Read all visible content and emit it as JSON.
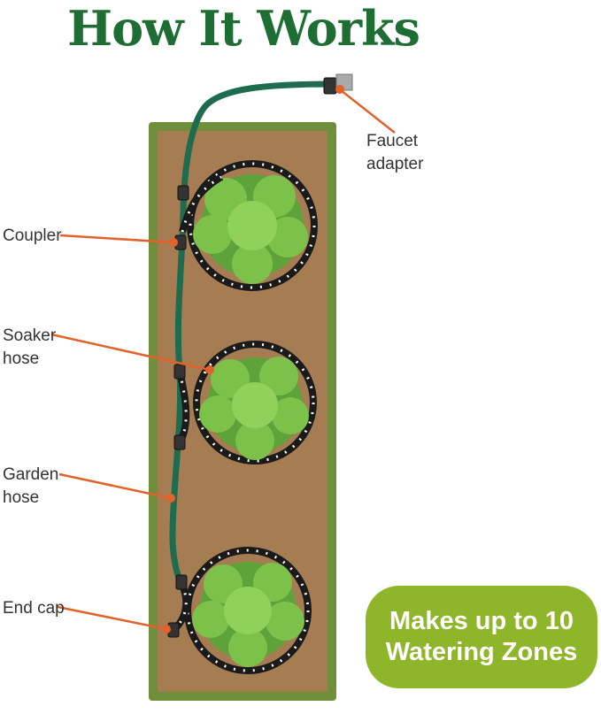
{
  "title": "How It Works",
  "labels": {
    "faucet_line1": "Faucet",
    "faucet_line2": "adapter",
    "coupler": "Coupler",
    "soaker_line1": "Soaker",
    "soaker_line2": "hose",
    "garden_line1": "Garden",
    "garden_line2": "hose",
    "end_cap": "End cap"
  },
  "badge": {
    "line1": "Makes up to 10",
    "line2": "Watering Zones"
  },
  "colors": {
    "title_green": "#1e6e34",
    "soil": "#a67c52",
    "grass_border": "#6f8f3a",
    "hose_green": "#1f6b4f",
    "soaker_black": "#1a1a1a",
    "plant_green": "#7cc24a",
    "callout_orange": "#e2622b",
    "badge_green": "#8fb52b"
  }
}
